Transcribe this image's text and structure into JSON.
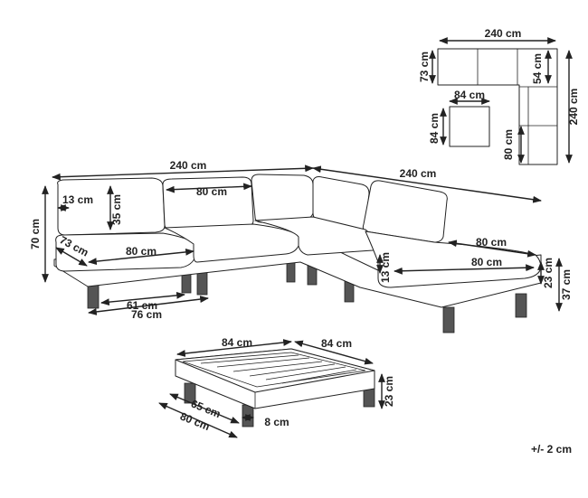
{
  "labels": {
    "plan_width": "240 cm",
    "plan_height_right": "240 cm",
    "plan_73": "73 cm",
    "plan_54": "54 cm",
    "plan_84_top": "84 cm",
    "plan_84_left": "84 cm",
    "plan_80": "80 cm",
    "sofa_240_left": "240 cm",
    "sofa_240_right": "240 cm",
    "sofa_80_back": "80 cm",
    "sofa_13": "13 cm",
    "sofa_35": "35 cm",
    "sofa_70": "70 cm",
    "sofa_73": "73 cm",
    "sofa_80_seat": "80 cm",
    "sofa_61": "61 cm",
    "sofa_76": "76 cm",
    "sofa_80_chaise_top": "80 cm",
    "sofa_80_chaise": "80 cm",
    "sofa_13_chaise": "13 cm",
    "sofa_23": "23 cm",
    "sofa_37": "37 cm",
    "table_84_left": "84 cm",
    "table_84_right": "84 cm",
    "table_23": "23 cm",
    "table_65": "65 cm",
    "table_80": "80 cm",
    "table_8": "8 cm",
    "tolerance": "+/- 2 cm"
  },
  "colors": {
    "line": "#222222",
    "leg": "#555555"
  }
}
